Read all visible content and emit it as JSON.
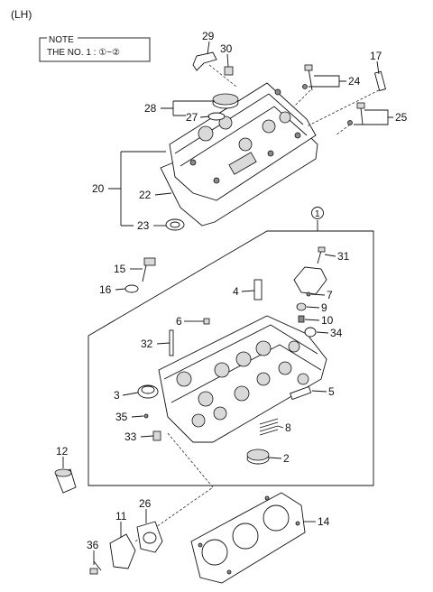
{
  "side_label": "(LH)",
  "note": {
    "title": "NOTE",
    "line": "THE NO. 1 : ①~②"
  },
  "assembly_number": "1",
  "callouts": [
    "29",
    "30",
    "17",
    "24",
    "28",
    "27",
    "25",
    "20",
    "22",
    "23",
    "31",
    "15",
    "4",
    "7",
    "16",
    "9",
    "6",
    "10",
    "34",
    "32",
    "3",
    "5",
    "35",
    "8",
    "33",
    "12",
    "2",
    "26",
    "11",
    "14",
    "36"
  ]
}
